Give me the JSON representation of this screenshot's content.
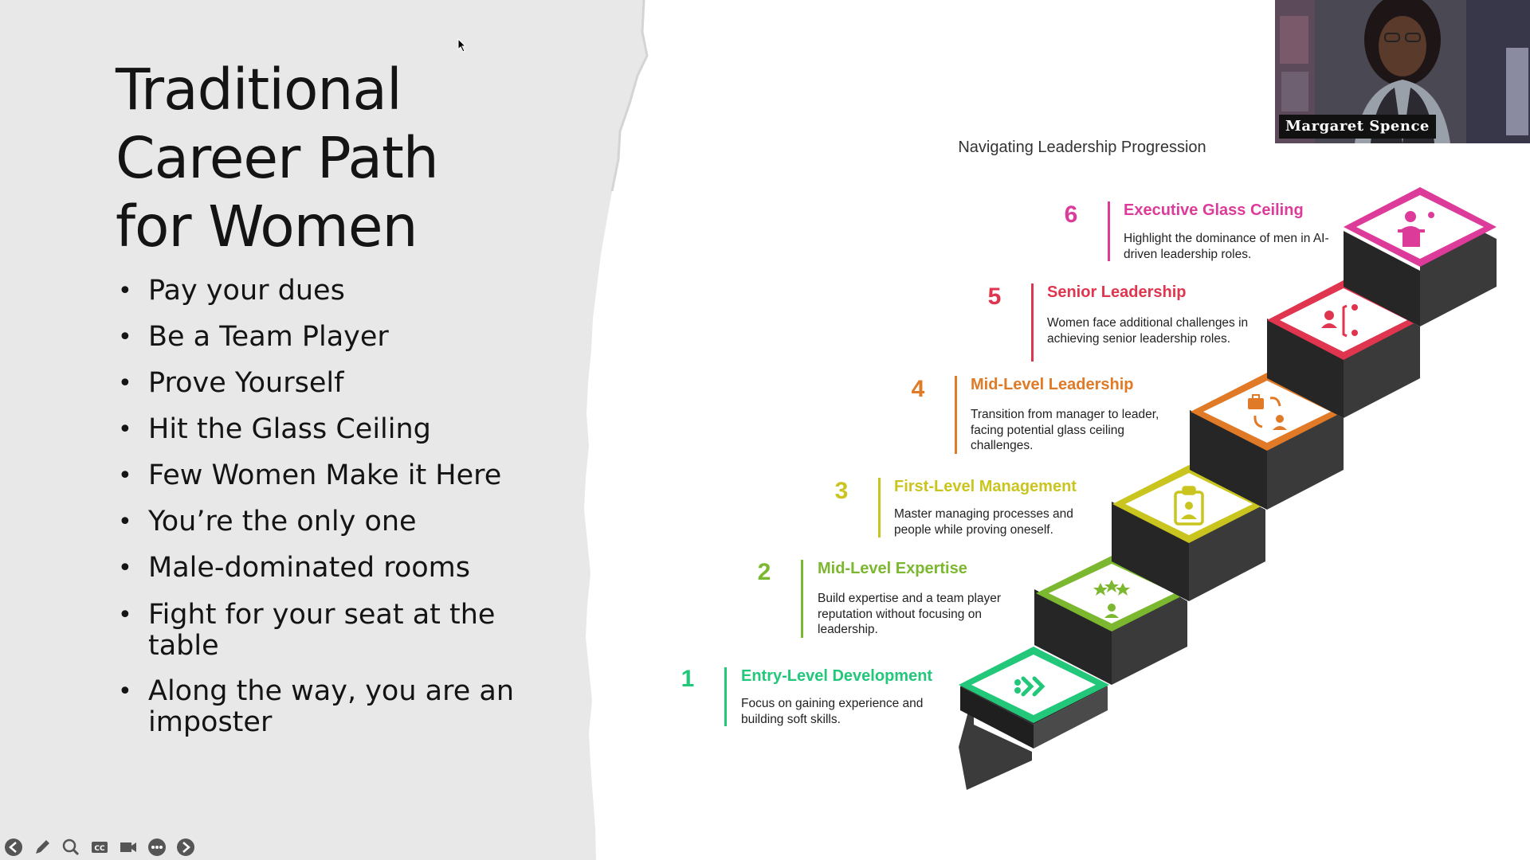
{
  "slide": {
    "title_lines": [
      "Traditional",
      "Career Path",
      "for Women"
    ],
    "bullets": [
      "Pay your dues",
      "Be a Team Player",
      "Prove Yourself",
      "Hit the Glass Ceiling",
      "Few Women Make it Here",
      "You’re the only one",
      "Male-dominated rooms",
      "Fight for your seat at the table",
      "Along the way, you are an imposter"
    ]
  },
  "infographic": {
    "title": "Navigating Leadership Progression",
    "steps": [
      {
        "num": "1",
        "title": "Entry-Level Development",
        "desc": "Focus on gaining experience and building soft skills.",
        "color": "#22c77a",
        "icon": "double-chevron-icon"
      },
      {
        "num": "2",
        "title": "Mid-Level Expertise",
        "desc": "Build expertise and a team player reputation without focusing on leadership.",
        "color": "#7cb82f",
        "icon": "stars-person-icon"
      },
      {
        "num": "3",
        "title": "First-Level Management",
        "desc": "Master managing processes and people while proving oneself.",
        "color": "#c9c51e",
        "icon": "clipboard-person-icon"
      },
      {
        "num": "4",
        "title": "Mid-Level Leadership",
        "desc": "Transition from manager to leader, facing potential glass ceiling challenges.",
        "color": "#e07a27",
        "icon": "briefcase-cycle-icon"
      },
      {
        "num": "5",
        "title": "Senior Leadership",
        "desc": "Women face additional challenges in achieving senior leadership roles.",
        "color": "#e0354f",
        "icon": "people-network-icon"
      },
      {
        "num": "6",
        "title": "Executive Glass Ceiling",
        "desc": "Highlight the dominance of men in AI-driven leadership roles.",
        "color": "#dd3b9a",
        "icon": "podium-speaker-icon"
      }
    ]
  },
  "video": {
    "participant_name": "Margaret Spence"
  },
  "toolbar": {
    "buttons": [
      "previous-slide-icon",
      "pen-icon",
      "zoom-icon",
      "captions-icon",
      "camera-icon",
      "more-icon",
      "next-slide-icon"
    ]
  }
}
